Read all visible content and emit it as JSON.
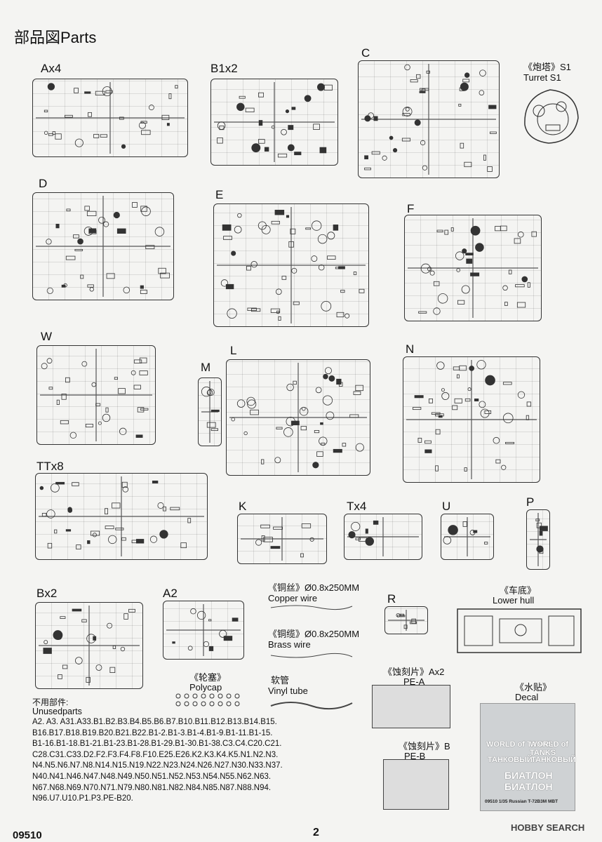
{
  "page": {
    "title": "部品図Parts",
    "code": "09510",
    "page_number": "2",
    "watermark": "HOBBY SEARCH"
  },
  "sprues": {
    "A": "Ax4",
    "B": "B1x2",
    "C": "C",
    "D": "D",
    "E": "E",
    "F": "F",
    "W": "W",
    "M": "M",
    "L": "L",
    "N": "N",
    "TT": "TTx8",
    "K": "K",
    "T": "Tx4",
    "U": "U",
    "P": "P",
    "Bx2": "Bx2",
    "A2": "A2",
    "R": "R"
  },
  "turret": {
    "cn": "《炮塔》S1",
    "en": "Turret  S1"
  },
  "copper": {
    "spec": "《铜丝》Ø0.8x250MM",
    "en": "Copper wire"
  },
  "brass": {
    "spec": "《铜缆》Ø0.8x250MM",
    "en": "Brass wire"
  },
  "vinyl": {
    "cn": "软管",
    "en": "Vinyl tube"
  },
  "polycap": {
    "cn": "《轮塞》",
    "en": "Polycap"
  },
  "lower_hull": {
    "cn": "《车底》",
    "en": "Lower hull"
  },
  "pe_a": {
    "cn": "《蚀刻片》Ax2",
    "en": "PE-A"
  },
  "pe_b": {
    "cn": "《蚀刻片》B",
    "en": "PE-B"
  },
  "decal": {
    "cn": "《水贴》",
    "en": "Decal",
    "texts": [
      "WORLD of TANKS",
      "WORLD of TANKS",
      "ТАНКОВЫЙ",
      "ТАНКОВЫЙ",
      "БИАТЛОН",
      "БИАТЛОН",
      "09510 1/35 Russian T-72B3M MBT"
    ]
  },
  "unused": {
    "cn": "不用部件:",
    "en": "Unusedparts",
    "lines": [
      "A2. A3. A31.A33.B1.B2.B3.B4.B5.B6.B7.B10.B11.B12.B13.B14.B15.",
      "B16.B17.B18.B19.B20.B21.B22.B1-2.B1-3.B1-4.B1-9.B1-11.B1-15.",
      "B1-16.B1-18.B1-21.B1-23.B1-28.B1-29.B1-30.B1-38.C3.C4.C20.C21.",
      "C28.C31.C33.D2.F2.F3.F4.F8.F10.E25.E26.K2.K3.K4.K5.N1.N2.N3.",
      "N4.N5.N6.N7.N8.N14.N15.N19.N22.N23.N24.N26.N27.N30.N33.N37.",
      "N40.N41.N46.N47.N48.N49.N50.N51.N52.N53.N54.N55.N62.N63.",
      "N67.N68.N69.N70.N71.N79.N80.N81.N82.N84.N85.N87.N88.N94.",
      "N96.U7.U10.P1.P3.PE-B20."
    ]
  }
}
